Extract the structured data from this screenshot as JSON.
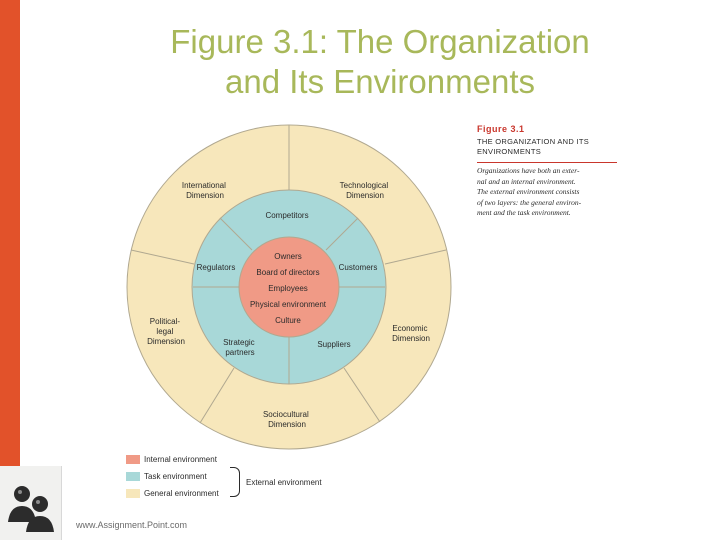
{
  "slide": {
    "title_line1": "Figure 3.1: The Organization",
    "title_line2": "and Its Environments",
    "footer_url": "www.Assignment.Point.com"
  },
  "figure": {
    "number": "Figure 3.1",
    "title_line1": "THE ORGANIZATION AND ITS",
    "title_line2": "ENVIRONMENTS",
    "description": [
      "Organizations have both an exter-",
      "nal and an internal environment.",
      "The external environment consists",
      "of two layers: the general environ-",
      "ment and the task environment."
    ]
  },
  "diagram": {
    "general_dimensions": [
      {
        "id": "international",
        "lines": [
          "International",
          "Dimension"
        ]
      },
      {
        "id": "technological",
        "lines": [
          "Technological",
          "Dimension"
        ]
      },
      {
        "id": "economic",
        "lines": [
          "Economic",
          "Dimension"
        ]
      },
      {
        "id": "sociocultural",
        "lines": [
          "Sociocultural",
          "Dimension"
        ]
      },
      {
        "id": "political-legal",
        "lines": [
          "Political-",
          "legal",
          "Dimension"
        ]
      }
    ],
    "task_elements": [
      {
        "id": "competitors",
        "lines": [
          "Competitors"
        ]
      },
      {
        "id": "customers",
        "lines": [
          "Customers"
        ]
      },
      {
        "id": "suppliers",
        "lines": [
          "Suppliers"
        ]
      },
      {
        "id": "strategic-partners",
        "lines": [
          "Strategic",
          "partners"
        ]
      },
      {
        "id": "regulators",
        "lines": [
          "Regulators"
        ]
      }
    ],
    "internal_elements": [
      "Owners",
      "Board of directors",
      "Employees",
      "Physical environment",
      "Culture"
    ],
    "colors": {
      "general": "#f7e7bb",
      "task": "#a8d8d8",
      "internal": "#f09a86",
      "line": "#b0a890"
    }
  },
  "legend": {
    "items": [
      {
        "label": "Internal environment",
        "color": "#f09a86"
      },
      {
        "label": "Task environment",
        "color": "#a8d8d8"
      },
      {
        "label": "General environment",
        "color": "#f7e7bb"
      }
    ],
    "external_label": "External environment"
  },
  "logo": {
    "icon": "people-silhouette-icon"
  }
}
